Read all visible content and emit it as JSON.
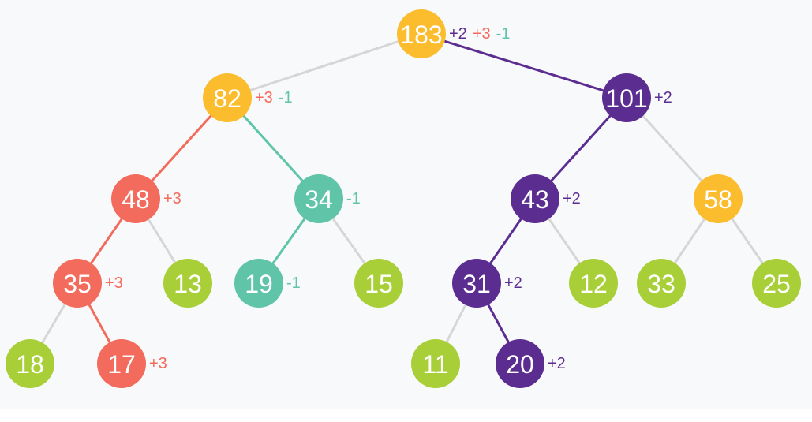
{
  "colors": {
    "internal": "#fbbd2e",
    "leaf": "#a8cf38",
    "coral": "#f36b5c",
    "teal": "#5fc4a8",
    "purple": "#5c2d91",
    "edge": "#d6d6d6"
  },
  "nodes": [
    {
      "id": "n183",
      "label": "183",
      "color": "internal"
    },
    {
      "id": "n82",
      "label": "82",
      "color": "internal"
    },
    {
      "id": "n101",
      "label": "101",
      "color": "purple"
    },
    {
      "id": "n48",
      "label": "48",
      "color": "coral"
    },
    {
      "id": "n34",
      "label": "34",
      "color": "teal"
    },
    {
      "id": "n43",
      "label": "43",
      "color": "purple"
    },
    {
      "id": "n58",
      "label": "58",
      "color": "internal"
    },
    {
      "id": "n35",
      "label": "35",
      "color": "coral"
    },
    {
      "id": "n13",
      "label": "13",
      "color": "leaf"
    },
    {
      "id": "n19",
      "label": "19",
      "color": "teal"
    },
    {
      "id": "n15",
      "label": "15",
      "color": "leaf"
    },
    {
      "id": "n31",
      "label": "31",
      "color": "purple"
    },
    {
      "id": "n12",
      "label": "12",
      "color": "leaf"
    },
    {
      "id": "n33",
      "label": "33",
      "color": "leaf"
    },
    {
      "id": "n25",
      "label": "25",
      "color": "leaf"
    },
    {
      "id": "n18",
      "label": "18",
      "color": "leaf"
    },
    {
      "id": "n17",
      "label": "17",
      "color": "coral"
    },
    {
      "id": "n11",
      "label": "11",
      "color": "leaf"
    },
    {
      "id": "n20",
      "label": "20",
      "color": "purple"
    }
  ],
  "edges": [
    {
      "from": "n183",
      "to": "n82",
      "color": "edge"
    },
    {
      "from": "n183",
      "to": "n101",
      "color": "purple"
    },
    {
      "from": "n82",
      "to": "n48",
      "color": "coral"
    },
    {
      "from": "n82",
      "to": "n34",
      "color": "teal"
    },
    {
      "from": "n101",
      "to": "n43",
      "color": "purple"
    },
    {
      "from": "n101",
      "to": "n58",
      "color": "edge"
    },
    {
      "from": "n48",
      "to": "n35",
      "color": "coral"
    },
    {
      "from": "n48",
      "to": "n13",
      "color": "edge"
    },
    {
      "from": "n34",
      "to": "n19",
      "color": "teal"
    },
    {
      "from": "n34",
      "to": "n15",
      "color": "edge"
    },
    {
      "from": "n43",
      "to": "n31",
      "color": "purple"
    },
    {
      "from": "n43",
      "to": "n12",
      "color": "edge"
    },
    {
      "from": "n58",
      "to": "n33",
      "color": "edge"
    },
    {
      "from": "n58",
      "to": "n25",
      "color": "edge"
    },
    {
      "from": "n35",
      "to": "n18",
      "color": "edge"
    },
    {
      "from": "n35",
      "to": "n17",
      "color": "coral"
    },
    {
      "from": "n31",
      "to": "n11",
      "color": "edge"
    },
    {
      "from": "n31",
      "to": "n20",
      "color": "purple"
    }
  ],
  "annotations": [
    {
      "node": "n183",
      "parts": [
        {
          "text": "+2",
          "color": "purple"
        },
        {
          "text": "+3",
          "color": "coral"
        },
        {
          "text": "-1",
          "color": "teal"
        }
      ]
    },
    {
      "node": "n82",
      "parts": [
        {
          "text": "+3",
          "color": "coral"
        },
        {
          "text": "-1",
          "color": "teal"
        }
      ]
    },
    {
      "node": "n101",
      "parts": [
        {
          "text": "+2",
          "color": "purple"
        }
      ]
    },
    {
      "node": "n48",
      "parts": [
        {
          "text": "+3",
          "color": "coral"
        }
      ]
    },
    {
      "node": "n34",
      "parts": [
        {
          "text": "-1",
          "color": "teal"
        }
      ]
    },
    {
      "node": "n43",
      "parts": [
        {
          "text": "+2",
          "color": "purple"
        }
      ]
    },
    {
      "node": "n35",
      "parts": [
        {
          "text": "+3",
          "color": "coral"
        }
      ]
    },
    {
      "node": "n19",
      "parts": [
        {
          "text": "-1",
          "color": "teal"
        }
      ]
    },
    {
      "node": "n31",
      "parts": [
        {
          "text": "+2",
          "color": "purple"
        }
      ]
    },
    {
      "node": "n17",
      "parts": [
        {
          "text": "+3",
          "color": "coral"
        }
      ]
    },
    {
      "node": "n20",
      "parts": [
        {
          "text": "+2",
          "color": "purple"
        }
      ]
    }
  ]
}
